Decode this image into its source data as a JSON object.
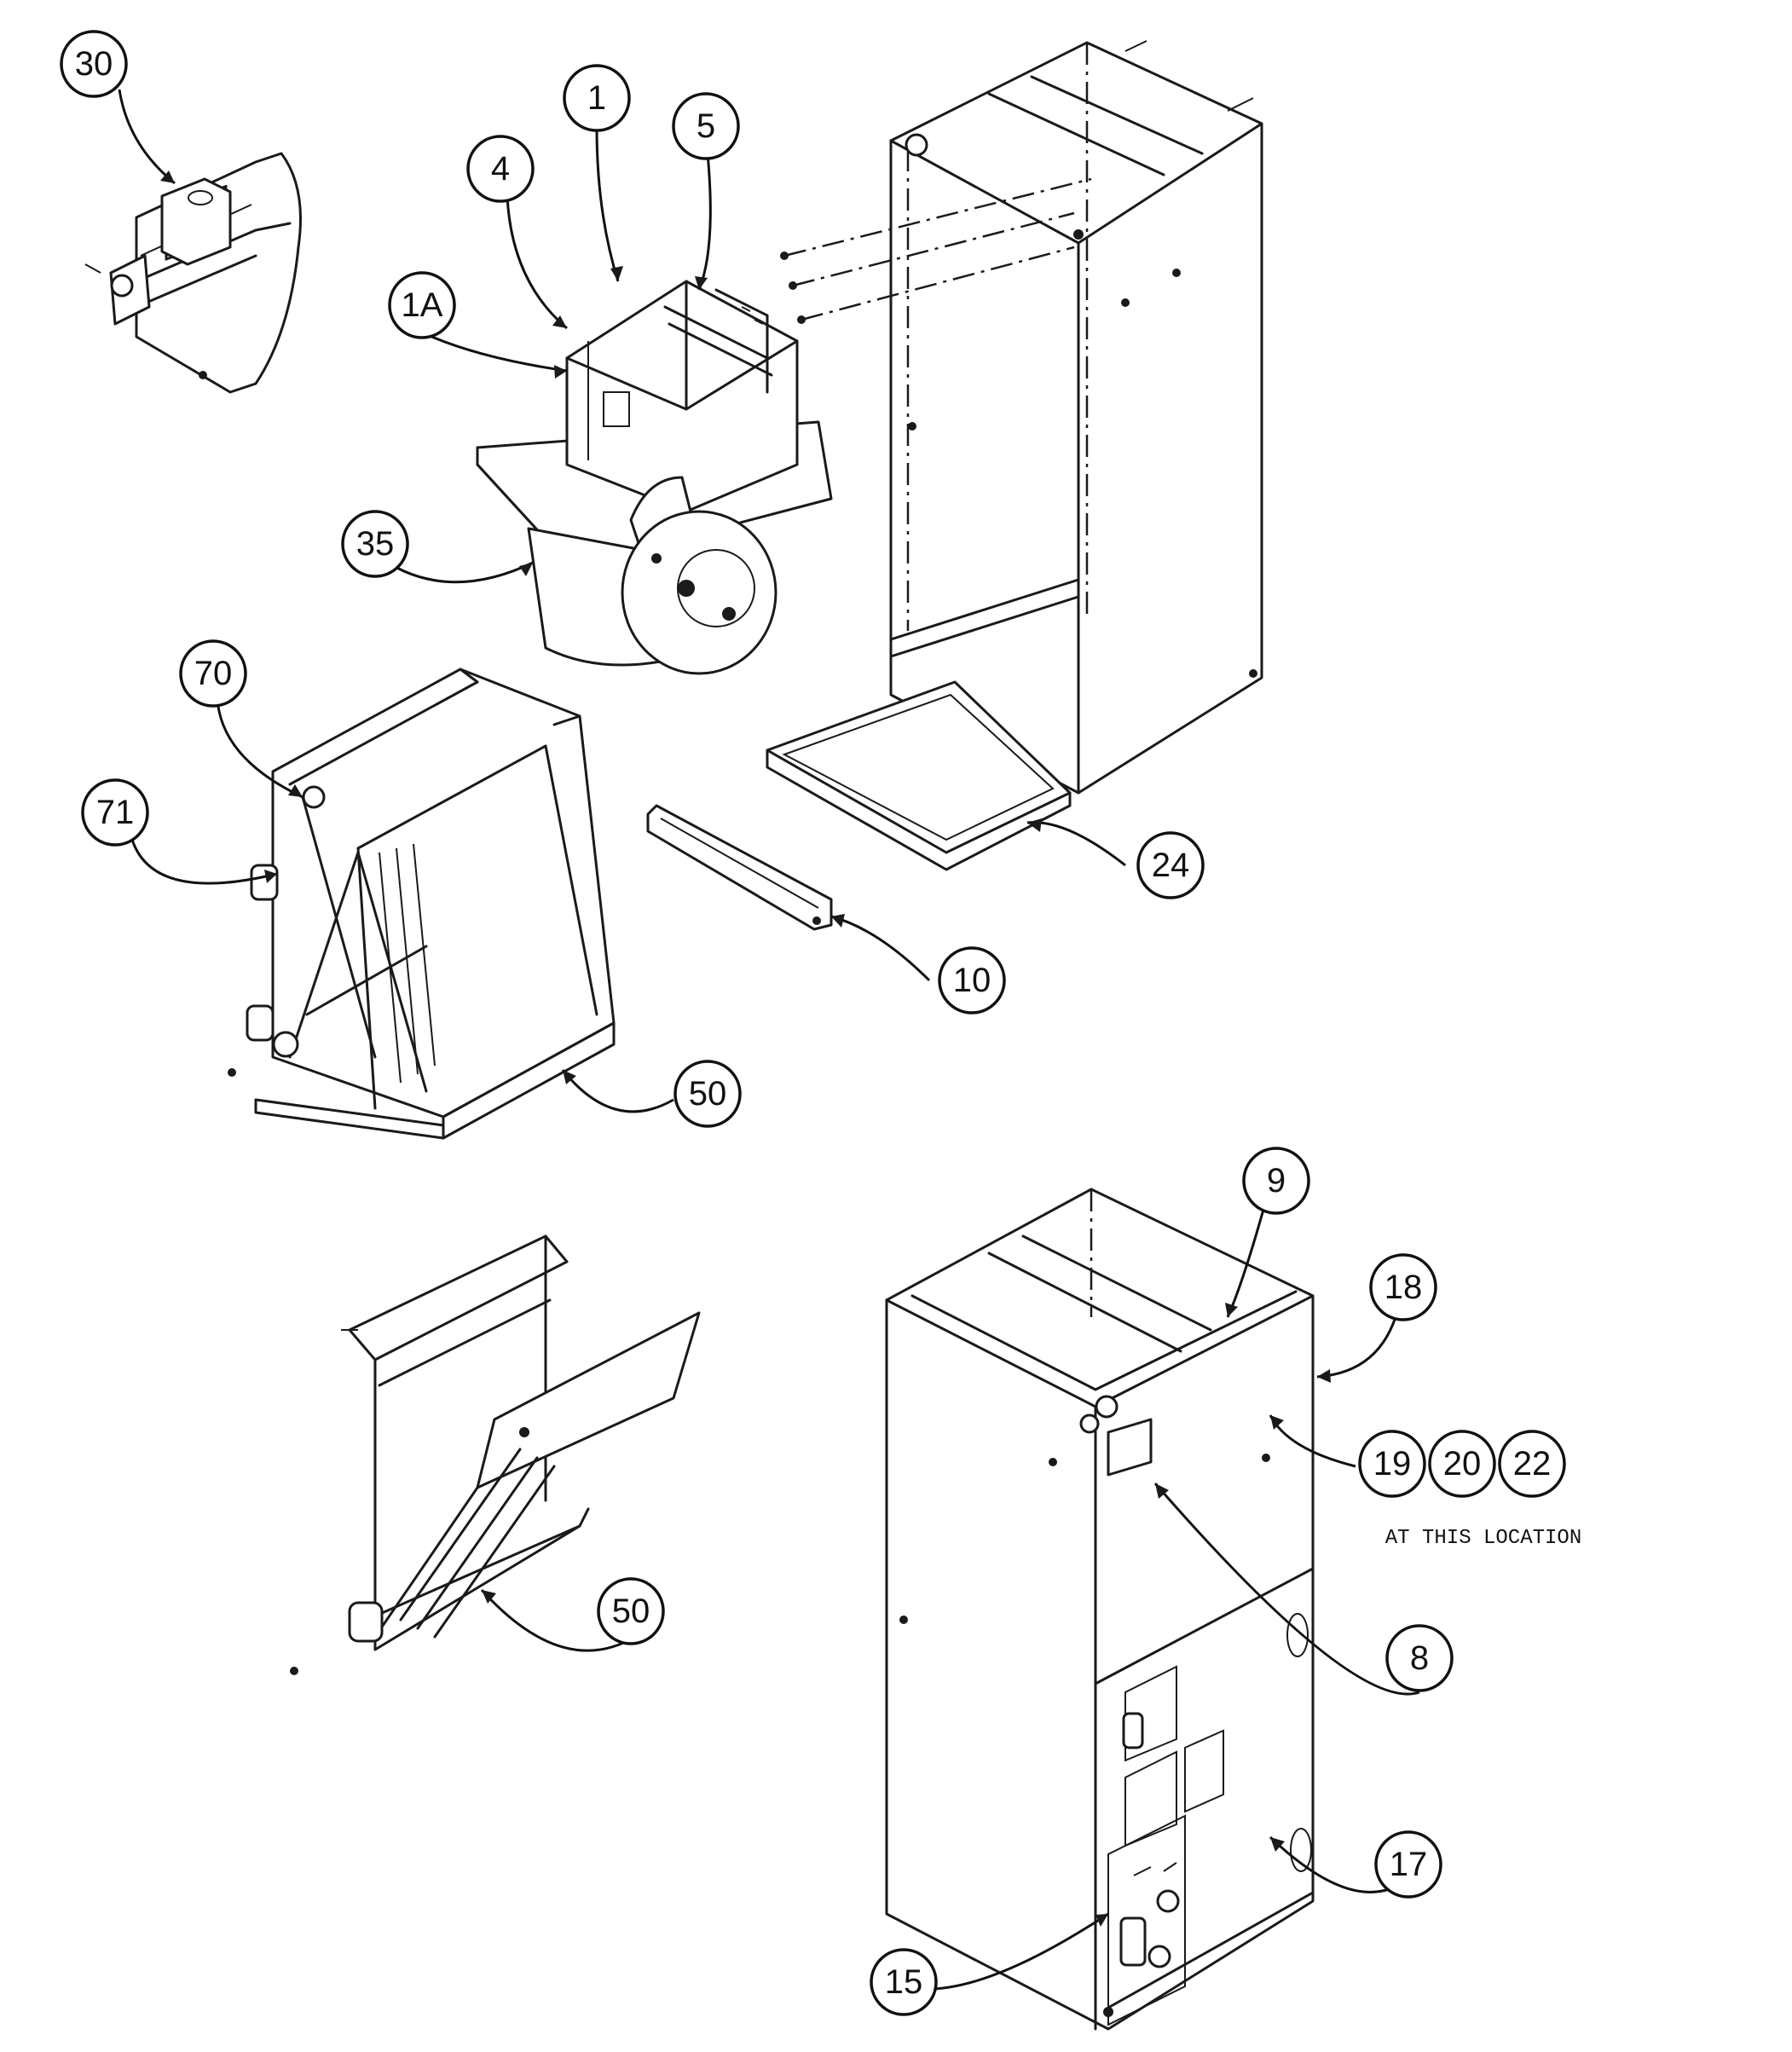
{
  "diagram": {
    "callouts": [
      {
        "id": "c30",
        "label": "30"
      },
      {
        "id": "c1",
        "label": "1"
      },
      {
        "id": "c5",
        "label": "5"
      },
      {
        "id": "c4",
        "label": "4"
      },
      {
        "id": "c1a",
        "label": "1A"
      },
      {
        "id": "c35",
        "label": "35"
      },
      {
        "id": "c70",
        "label": "70"
      },
      {
        "id": "c71",
        "label": "71"
      },
      {
        "id": "c24",
        "label": "24"
      },
      {
        "id": "c10",
        "label": "10"
      },
      {
        "id": "c50a",
        "label": "50"
      },
      {
        "id": "c9",
        "label": "9"
      },
      {
        "id": "c18",
        "label": "18"
      },
      {
        "id": "c19",
        "label": "19"
      },
      {
        "id": "c20",
        "label": "20"
      },
      {
        "id": "c22",
        "label": "22"
      },
      {
        "id": "c50b",
        "label": "50"
      },
      {
        "id": "c8",
        "label": "8"
      },
      {
        "id": "c17",
        "label": "17"
      },
      {
        "id": "c15",
        "label": "15"
      }
    ],
    "location_note": "AT THIS LOCATION"
  }
}
